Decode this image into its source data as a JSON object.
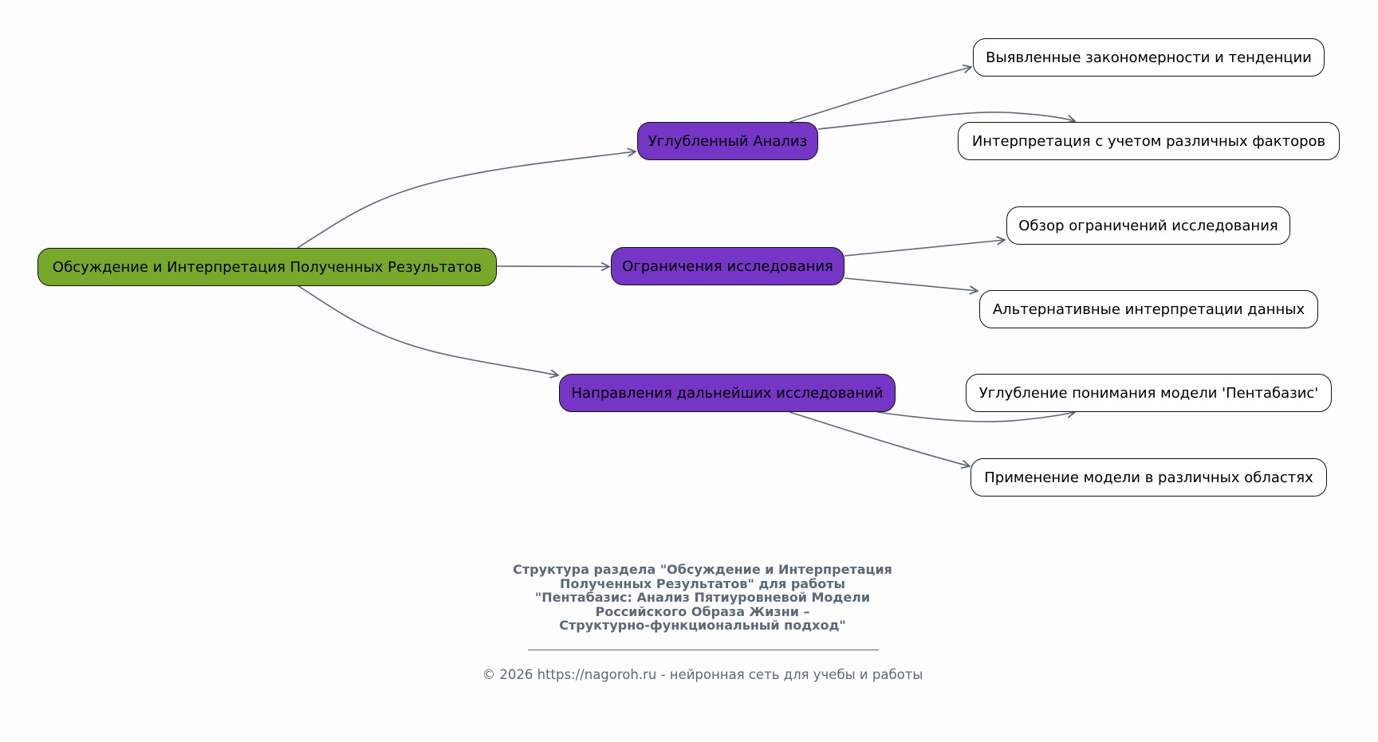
{
  "diagram": {
    "root": {
      "label": "Обсуждение и Интерпретация Полученных Результатов"
    },
    "branches": [
      {
        "label": "Углубленный Анализ",
        "children": [
          "Выявленные закономерности и тенденции",
          "Интерпретация с учетом различных факторов"
        ]
      },
      {
        "label": "Ограничения исследования",
        "children": [
          "Обзор ограничений исследования",
          "Альтернативные интерпретации данных"
        ]
      },
      {
        "label": "Направления дальнейших исследований",
        "children": [
          "Углубление понимания модели 'Пентабазис'",
          "Применение модели в различных областях"
        ]
      }
    ],
    "colors": {
      "root": "#77a82c",
      "branch": "#7535c5",
      "leaf": "#ffffff",
      "edge": "#5c6878",
      "caption": "#5c6878"
    }
  },
  "footer": {
    "caption_lines": [
      "Структура раздела \"Обсуждение и Интерпретация",
      "Полученных Результатов\" для работы",
      "\"Пентабазис: Анализ Пятиуровневой Модели",
      "Российского Образа Жизни –",
      "Структурно-функциональный подход\""
    ],
    "copyright": "© 2026 https://nagoroh.ru - нейронная сеть для учебы и работы"
  }
}
